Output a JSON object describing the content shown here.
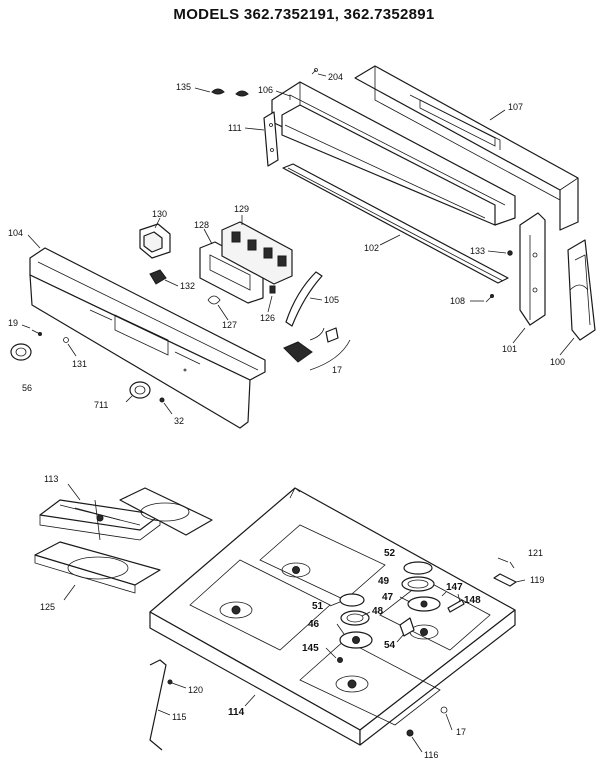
{
  "title": "MODELS 362.7352191, 362.7352891",
  "callouts": {
    "c135": "135",
    "c204": "204",
    "c106": "106",
    "c107": "107",
    "c111": "111",
    "c102": "102",
    "c130": "130",
    "c128": "128",
    "c129": "129",
    "c104": "104",
    "c132": "132",
    "c127": "127",
    "c126": "126",
    "c105": "105",
    "c133": "133",
    "c108": "108",
    "c101": "101",
    "c100": "100",
    "c19": "19",
    "c131": "131",
    "c17a": "17",
    "c56": "56",
    "c711": "711",
    "c32": "32",
    "c113": "113",
    "c125": "125",
    "c52": "52",
    "c121": "121",
    "c49": "49",
    "c147": "147",
    "c119": "119",
    "c51": "51",
    "c48": "48",
    "c47": "47",
    "c148": "148",
    "c46": "46",
    "c54": "54",
    "c145": "145",
    "c120": "120",
    "c114": "114",
    "c115": "115",
    "c17b": "17",
    "c116": "116"
  }
}
